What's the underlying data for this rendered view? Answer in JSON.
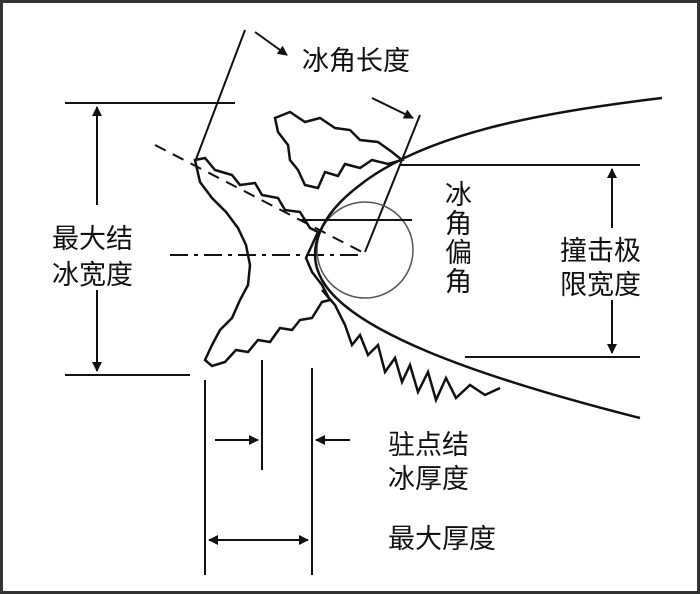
{
  "labels": {
    "horn_length": "冰角长度",
    "max_width_line1": "最大结",
    "max_width_line2": "冰宽度",
    "horn_angle": "冰角偏角",
    "impingement_line1": "撞击极",
    "impingement_line2": "限宽度",
    "stagnation_line1": "驻点结",
    "stagnation_line2": "冰厚度",
    "max_thickness": "最大厚度"
  },
  "colors": {
    "ink": "#111111",
    "border": "#333333"
  }
}
